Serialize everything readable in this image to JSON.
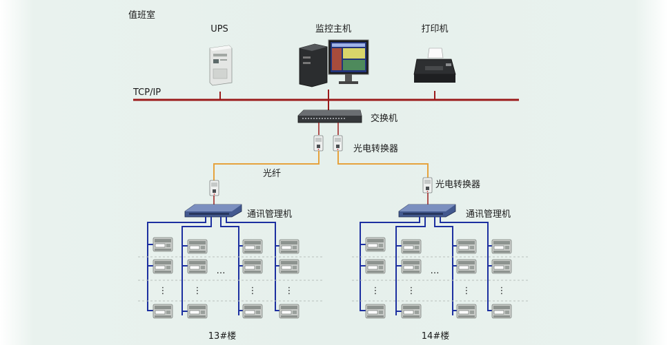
{
  "room_label": "值班室",
  "devices": {
    "ups": "UPS",
    "monitor_host": "监控主机",
    "printer": "打印机"
  },
  "network": {
    "bus_label": "TCP/IP",
    "switch_label": "交换机",
    "converter_label": "光电转换器",
    "fiber_label": "光纤",
    "converter_right_label": "光电转换器"
  },
  "left_building": {
    "manager_label": "通讯管理机",
    "name": "13#楼",
    "ellipsis": "…",
    "vertical_ellipsis": "⋮"
  },
  "right_building": {
    "manager_label": "通讯管理机",
    "name": "14#楼",
    "ellipsis": "…",
    "vertical_ellipsis": "⋮"
  },
  "colors": {
    "bus": "#9b1a1a",
    "fiber": "#e6a23c",
    "rs485": "#1c2fa0"
  }
}
